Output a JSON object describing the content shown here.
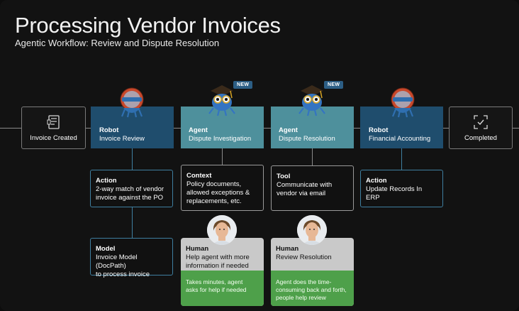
{
  "header": {
    "title": "Processing Vendor Invoices",
    "subtitle": "Agentic Workflow: Review and Dispute Resolution"
  },
  "badges": {
    "new_label": "NEW"
  },
  "endpoints": {
    "start": {
      "label": "Invoice Created"
    },
    "end": {
      "label": "Completed"
    }
  },
  "steps": [
    {
      "type": "Robot",
      "name": "Invoice Review"
    },
    {
      "type": "Agent",
      "name": "Dispute Investigation"
    },
    {
      "type": "Agent",
      "name": "Dispute Resolution"
    },
    {
      "type": "Robot",
      "name": "Financial Accounting"
    }
  ],
  "details": {
    "action1": {
      "label": "Action",
      "line1": "2-way match of vendor",
      "line2": "invoice against the PO"
    },
    "model1": {
      "label": "Model",
      "line1": "Invoice Model (DocPath)",
      "line2": "to process invoice"
    },
    "context2": {
      "label": "Context",
      "line1": "Policy documents,",
      "line2": "allowed exceptions &",
      "line3": "replacements, etc."
    },
    "tool3": {
      "label": "Tool",
      "line1": "Communicate with",
      "line2": "vendor via email"
    },
    "action4": {
      "label": "Action",
      "line1": "Update Records In ERP"
    }
  },
  "humans": {
    "h2": {
      "label": "Human",
      "line1": "Help agent with more",
      "line2": "information if needed",
      "note1": "Takes minutes, agent",
      "note2": "asks for help if needed"
    },
    "h3": {
      "label": "Human",
      "line1": "Review Resolution",
      "note1": "Agent does the time-",
      "note2": "consuming back and forth,",
      "note3": "people help review"
    }
  },
  "colors": {
    "robot": "#1f4d6d",
    "agent": "#4e909c",
    "human_top": "#c9c9c9",
    "human_bottom": "#4ea04a",
    "detail_border": "#3f7fa0"
  },
  "icons": {
    "start": "document-list-icon",
    "end": "checkmark-frame-icon",
    "robot": "robot-mascot-icon",
    "agent": "graduate-mascot-icon"
  }
}
